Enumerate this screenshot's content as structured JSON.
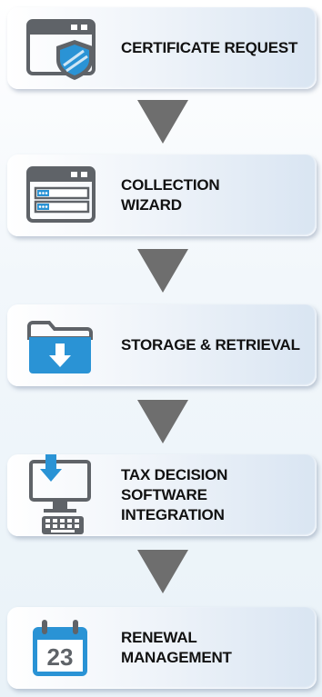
{
  "steps": [
    {
      "label": "CERTIFICATE REQUEST",
      "icon": "browser-shield-icon"
    },
    {
      "label": "COLLECTION\nWIZARD",
      "icon": "browser-form-icon"
    },
    {
      "label": "STORAGE & RETRIEVAL",
      "icon": "folder-download-icon"
    },
    {
      "label": "TAX DECISION\nSOFTWARE INTEGRATION",
      "icon": "computer-keyboard-icon"
    },
    {
      "label": "RENEWAL\nMANAGEMENT",
      "icon": "calendar-icon"
    }
  ],
  "calendar_day": "23",
  "colors": {
    "accent": "#1a8fd0",
    "icon_gray": "#5f6368",
    "arrow": "#6e6e6e"
  }
}
